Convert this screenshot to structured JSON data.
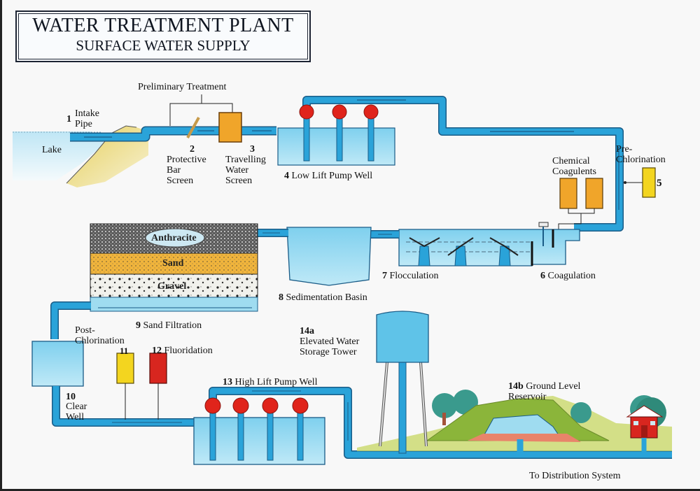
{
  "header": {
    "title": "WATER TREATMENT PLANT",
    "subtitle": "SURFACE WATER SUPPLY"
  },
  "colors": {
    "pipe": "#2aa3d9",
    "pipe_outline": "#1a5c87",
    "water": "#9fdcf0",
    "pump": "#e0241b",
    "coagulant_tank": "#f0a52a",
    "chlorine_tank": "#f3d51f",
    "fluoride_tank": "#d8261f",
    "sand": "#f0b43c",
    "hill": "#8bb53a",
    "house": "#d8261f"
  },
  "labels": {
    "preliminary_treatment": "Preliminary Treatment",
    "lake": "Lake",
    "intake": {
      "num": "1",
      "text": "Intake\nPipe"
    },
    "bar_screen": {
      "num": "2",
      "text": "Protective\nBar\nScreen"
    },
    "travelling_screen": {
      "num": "3",
      "text": "Travelling\nWater\nScreen"
    },
    "low_lift": {
      "num": "4",
      "text": "Low Lift Pump Well"
    },
    "pre_chlorination": {
      "num": "5",
      "text": "Pre-\nChlorination"
    },
    "chemical_coagulents": "Chemical\nCoagulents",
    "coagulation": {
      "num": "6",
      "text": "Coagulation"
    },
    "flocculation": {
      "num": "7",
      "text": "Flocculation"
    },
    "sedimentation": {
      "num": "8",
      "text": "Sedimentation Basin"
    },
    "sand_filtration": {
      "num": "9",
      "text": "Sand Filtration"
    },
    "filter_layers": [
      "Anthracite",
      "Sand",
      "Gravel"
    ],
    "clear_well": {
      "num": "10",
      "text": "Clear\nWell"
    },
    "post_chlorination": {
      "num": "11",
      "text": "Post-\nChlorination"
    },
    "fluoridation": {
      "num": "12",
      "text": "Fluoridation"
    },
    "high_lift": {
      "num": "13",
      "text": "High Lift Pump Well"
    },
    "elevated_tower": {
      "num": "14a",
      "text": "Elevated Water\nStorage Tower"
    },
    "ground_reservoir": {
      "num": "14b",
      "text": "Ground Level\nReservoir"
    },
    "distribution": "To Distribution System"
  }
}
